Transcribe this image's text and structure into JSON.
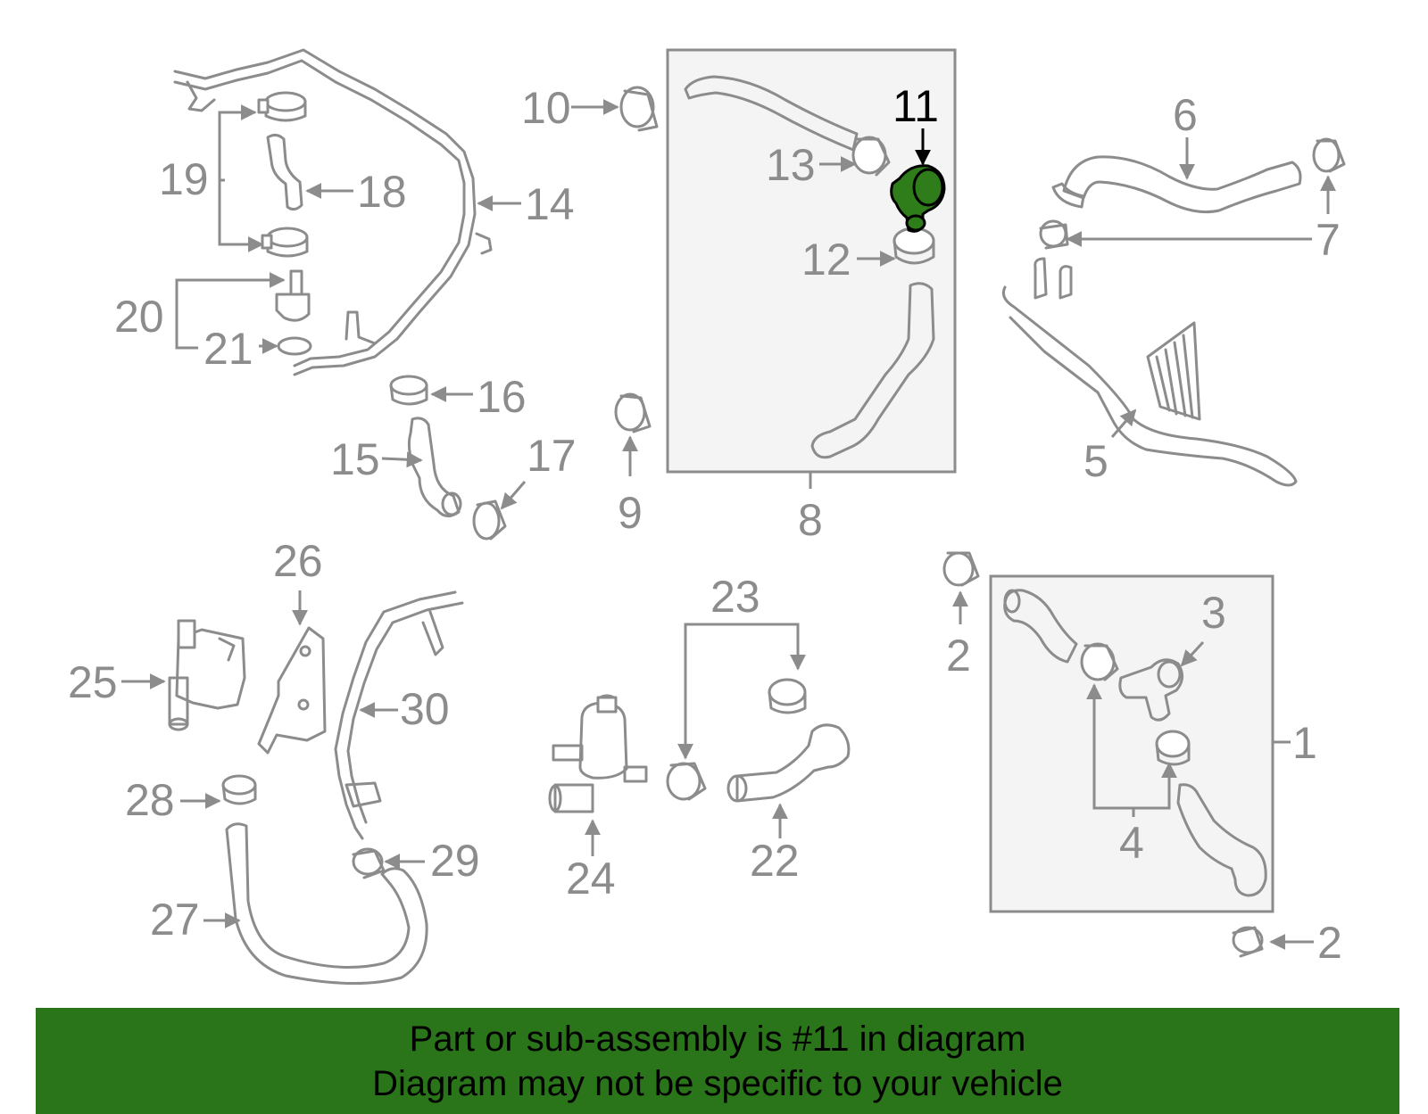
{
  "colors": {
    "line": "#8c8c8c",
    "highlight_part": "#2e7d1a",
    "banner_bg": "#2a7419",
    "box_bg": "#f4f4f4"
  },
  "callouts": {
    "c1": "1",
    "c2a": "2",
    "c2b": "2",
    "c3": "3",
    "c4": "4",
    "c5": "5",
    "c6": "6",
    "c7": "7",
    "c8": "8",
    "c9": "9",
    "c10": "10",
    "c11": "11",
    "c12": "12",
    "c13": "13",
    "c14": "14",
    "c15": "15",
    "c16": "16",
    "c17": "17",
    "c18": "18",
    "c19": "19",
    "c20": "20",
    "c21": "21",
    "c22": "22",
    "c23": "23",
    "c24": "24",
    "c25": "25",
    "c26": "26",
    "c27": "27",
    "c28": "28",
    "c29": "29",
    "c30": "30"
  },
  "highlighted_part": "11",
  "banner": {
    "line1": "Part or sub-assembly is #11 in diagram",
    "line2": "Diagram may not be specific to your vehicle"
  }
}
